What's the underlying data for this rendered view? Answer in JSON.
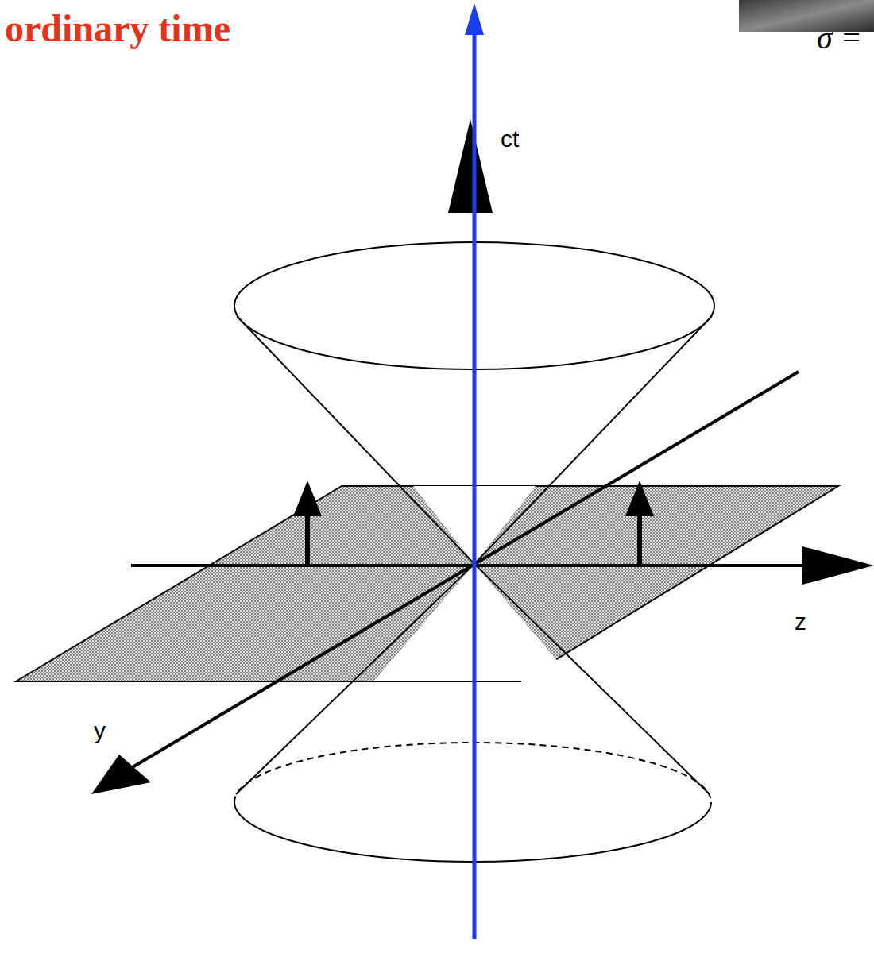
{
  "diagram": {
    "title": "ordinary time",
    "labels": [
      "ct",
      "z",
      "y",
      "σ ="
    ]
  }
}
